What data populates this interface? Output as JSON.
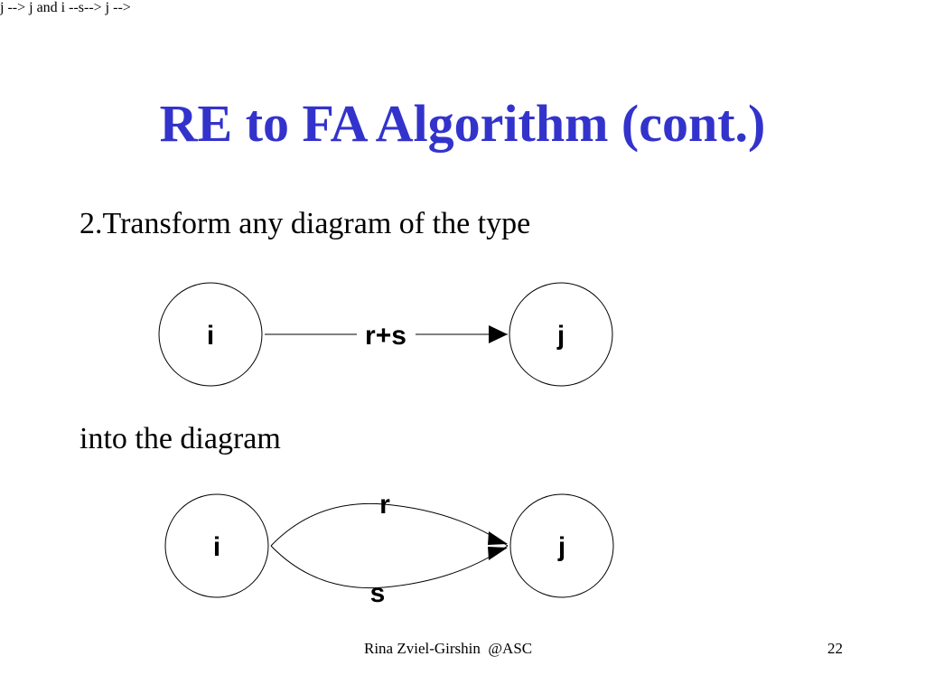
{
  "slide": {
    "title": "RE to FA Algorithm (cont.)",
    "step_text": "2.Transform any diagram of the type",
    "into_text": "into the diagram",
    "footer_author": "Rina Zviel-Girshin  @ASC",
    "page_number": "22",
    "colors": {
      "title": "#3333cc",
      "text": "#000000",
      "background": "#ffffff"
    }
  },
  "diagram_before": {
    "nodes": [
      {
        "id": "i",
        "label": "i"
      },
      {
        "id": "j",
        "label": "j"
      }
    ],
    "edges": [
      {
        "from": "i",
        "to": "j",
        "label": "r+s"
      }
    ]
  },
  "diagram_after": {
    "nodes": [
      {
        "id": "i",
        "label": "i"
      },
      {
        "id": "j",
        "label": "j"
      }
    ],
    "edges": [
      {
        "from": "i",
        "to": "j",
        "label": "r"
      },
      {
        "from": "i",
        "to": "j",
        "label": "s"
      }
    ]
  }
}
